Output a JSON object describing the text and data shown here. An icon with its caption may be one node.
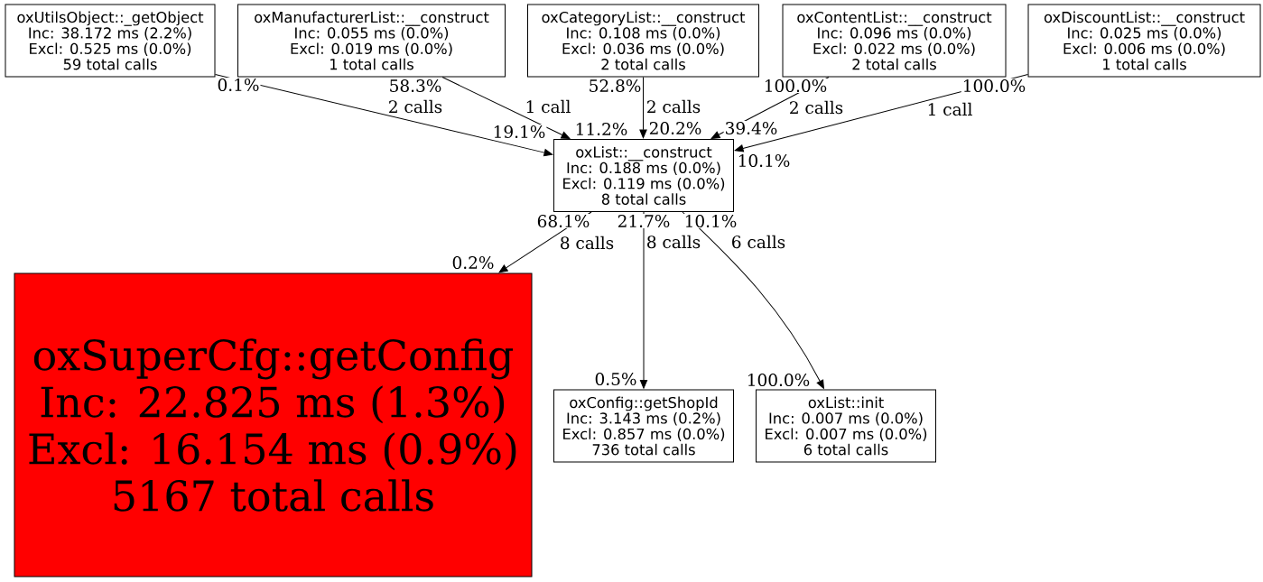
{
  "diagram": {
    "nodes": [
      {
        "text": [
          "oxUtilsObject::_getObject",
          "Inc: 38.172 ms (2.2%)",
          "Excl: 0.525 ms (0.0%)",
          "59 total calls"
        ]
      },
      {
        "text": [
          "oxManufacturerList::__construct",
          "Inc: 0.055 ms (0.0%)",
          "Excl: 0.019 ms (0.0%)",
          "1 total calls"
        ]
      },
      {
        "text": [
          "oxCategoryList::__construct",
          "Inc: 0.108 ms (0.0%)",
          "Excl: 0.036 ms (0.0%)",
          "2 total calls"
        ]
      },
      {
        "text": [
          "oxContentList::__construct",
          "Inc: 0.096 ms (0.0%)",
          "Excl: 0.022 ms (0.0%)",
          "2 total calls"
        ]
      },
      {
        "text": [
          "oxDiscountList::__construct",
          "Inc: 0.025 ms (0.0%)",
          "Excl: 0.006 ms (0.0%)",
          "1 total calls"
        ]
      },
      {
        "text": [
          "oxList::__construct",
          "Inc: 0.188 ms (0.0%)",
          "Excl: 0.119 ms (0.0%)",
          "8 total calls"
        ]
      },
      {
        "text": [
          "oxSuperCfg::getConfig",
          "Inc: 22.825 ms (1.3%)",
          "Excl: 16.154 ms (0.9%)",
          "5167 total calls"
        ]
      },
      {
        "text": [
          "oxConfig::getShopId",
          "Inc: 3.143 ms (0.2%)",
          "Excl: 0.857 ms (0.0%)",
          "736 total calls"
        ]
      },
      {
        "text": [
          "oxList::init",
          "Inc: 0.007 ms (0.0%)",
          "Excl: 0.007 ms (0.0%)",
          "6 total calls"
        ]
      }
    ],
    "edges": [
      {
        "from": 0,
        "to": 5,
        "arrow": "to",
        "label": "2 calls"
      },
      {
        "from": 1,
        "to": 5,
        "arrow": "to",
        "label": "1 call"
      },
      {
        "from": 2,
        "to": 5,
        "arrow": "to",
        "label": "2 calls"
      },
      {
        "from": 3,
        "to": 5,
        "arrow": "to",
        "label": "2 calls"
      },
      {
        "from": 4,
        "to": 5,
        "arrow": "to",
        "label": "1 call"
      },
      {
        "from": 5,
        "to": 6,
        "arrow": "to",
        "label": "8 calls"
      },
      {
        "from": 5,
        "to": 7,
        "arrow": "to",
        "label": "8 calls"
      },
      {
        "from": 5,
        "to": 8,
        "arrow": "to",
        "label": "6 calls"
      }
    ],
    "labels": [
      "0.1%",
      "58.3%",
      "52.8%",
      "100.0%",
      "100.0%",
      "19.1%",
      "11.2%",
      "20.2%",
      "39.4%",
      "10.1%",
      "68.1%",
      "21.7%",
      "10.1%",
      "0.2%",
      "0.5%",
      "100.0%"
    ]
  }
}
